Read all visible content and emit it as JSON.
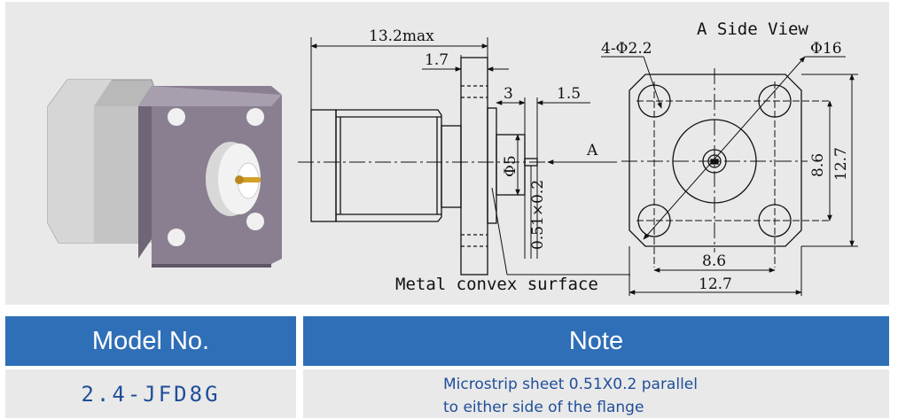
{
  "drawing": {
    "title": "A Side View",
    "dims": {
      "overall_length": "13.2max",
      "flange_thickness": "1.7",
      "pin_offset": "3",
      "pin_protrusion": "1.5",
      "body_diameter": "Φ5",
      "pin_size": "0.51×0.2",
      "arrow_label": "A",
      "hole_spec": "4-Φ2.2",
      "circle_diameter": "Φ16",
      "vert_inner": "8.6",
      "vert_outer": "12.7",
      "horiz_inner": "8.6",
      "horiz_outer": "12.7"
    },
    "metal_note": "Metal convex surface"
  },
  "table": {
    "header_model": "Model No.",
    "header_note": "Note",
    "model": "2.4-JFD8G",
    "note_line1": "Microstrip sheet 0.51X0.2 parallel",
    "note_line2": "to either side of the flange"
  },
  "colors": {
    "header_bg": "#2f6fb7",
    "cell_text": "#1f4e9a",
    "panel_bg": "#e9e9e9",
    "flange": "#8a7f90"
  }
}
